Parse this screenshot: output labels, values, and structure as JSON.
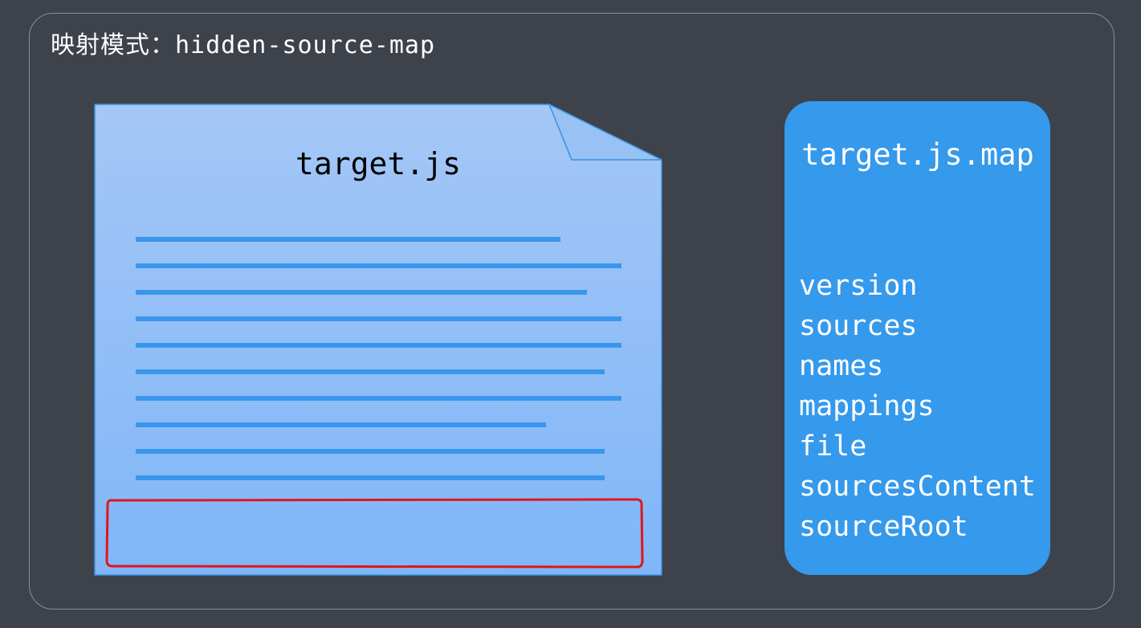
{
  "header": {
    "title": "映射模式：hidden-source-map"
  },
  "source_file": {
    "name": "target.js",
    "fill_top": "#a4c7f6",
    "fill_bottom": "#80b6f8",
    "line_color": "#3a96ec",
    "highlight_color": "#e0161b"
  },
  "map_file": {
    "name": "target.js.map",
    "background": "#3599ec",
    "fields": [
      "version",
      "sources",
      "names",
      "mappings",
      "file",
      "sourcesContent",
      "sourceRoot"
    ]
  }
}
